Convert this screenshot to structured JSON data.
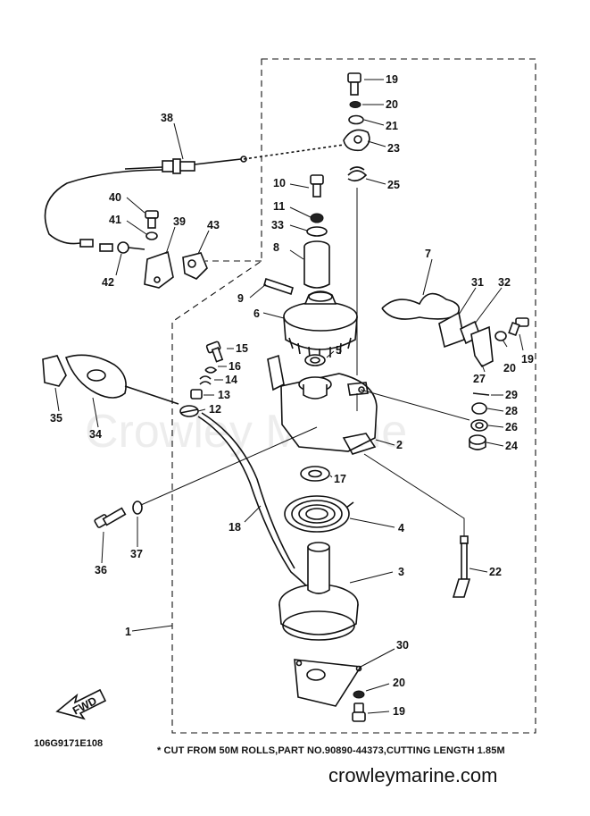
{
  "labels": {
    "p1": "1",
    "p2": "2",
    "p3": "3",
    "p4": "4",
    "p5": "5",
    "p6": "6",
    "p7": "7",
    "p8": "8",
    "p9": "9",
    "p10": "10",
    "p11": "11",
    "p12": "12",
    "p13": "13",
    "p14": "14",
    "p15": "15",
    "p16": "16",
    "p17": "17",
    "p18": "18",
    "p19a": "19",
    "p19b": "19",
    "p19c": "19",
    "p20a": "20",
    "p20b": "20",
    "p20c": "20",
    "p21": "21",
    "p22": "22",
    "p23": "23",
    "p24": "24",
    "p25": "25",
    "p26": "26",
    "p27": "27",
    "p28": "28",
    "p29": "29",
    "p30": "30",
    "p31": "31",
    "p32": "32",
    "p33": "33",
    "p34": "34",
    "p35": "35",
    "p36": "36",
    "p37": "37",
    "p38": "38",
    "p39": "39",
    "p40": "40",
    "p41": "41",
    "p42": "42",
    "p43": "43"
  },
  "fwd_label": "FWD",
  "diagram_code": "106G9171E108",
  "footnote": "* CUT FROM 50M ROLLS,PART NO.90890-44373,CUTTING LENGTH 1.85M",
  "website": "crowleymarine.com",
  "watermark": "Crowley Marine"
}
